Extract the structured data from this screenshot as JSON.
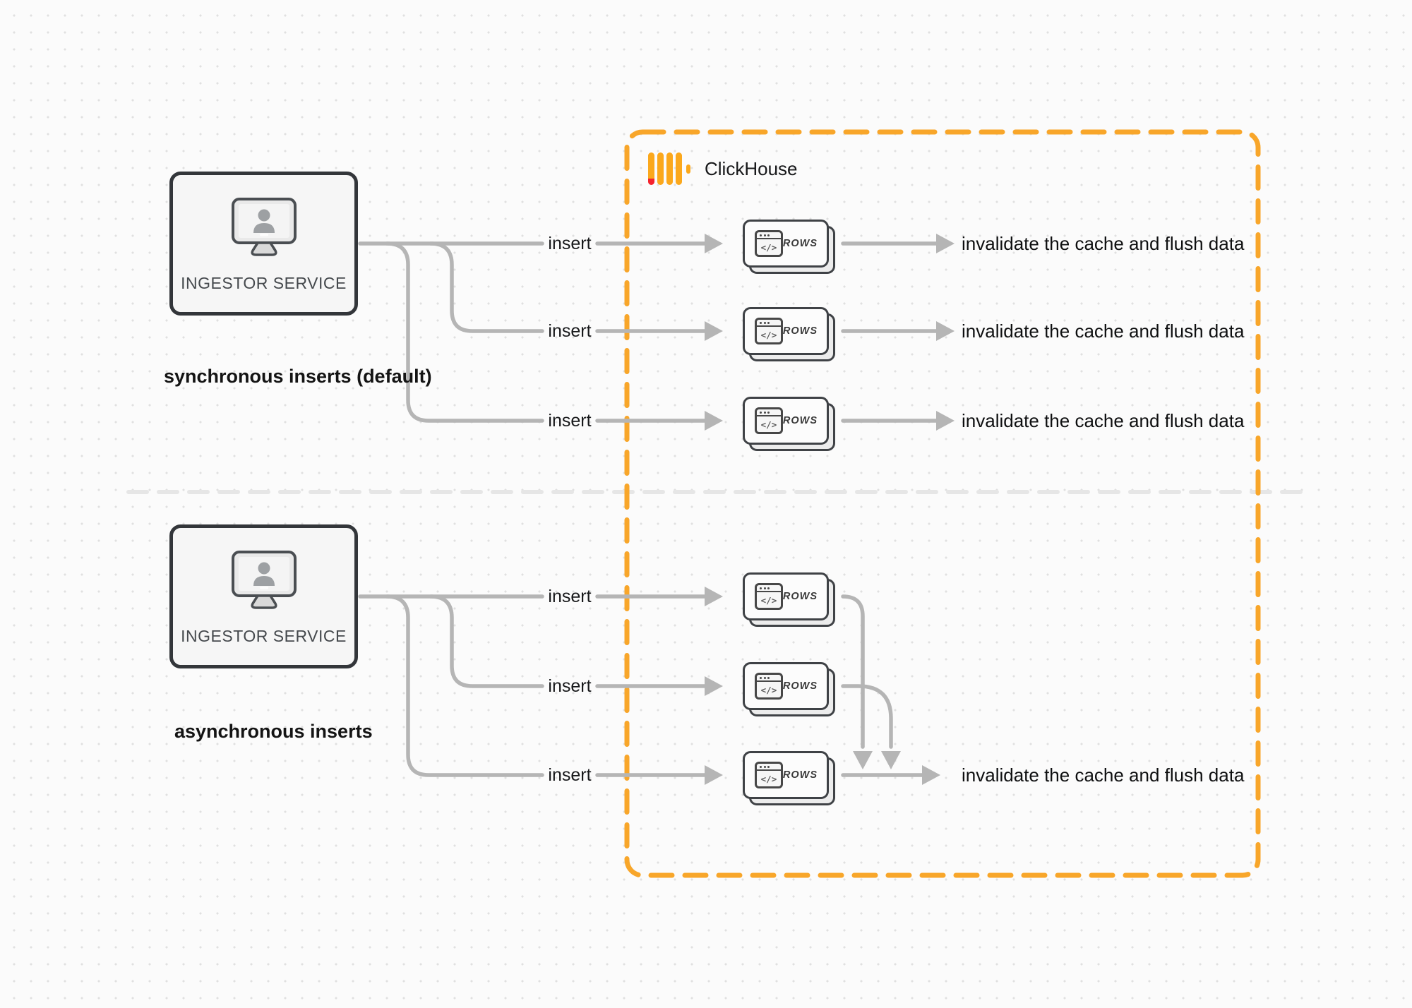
{
  "glyphs": {
    "code": "</>"
  },
  "clickhouse": {
    "name": "ClickHouse"
  },
  "sync": {
    "service": "INGESTOR SERVICE",
    "caption": "synchronous inserts (default)",
    "rows": [
      {
        "insert": "insert",
        "node": "ROWS",
        "result": "invalidate the cache and flush data"
      },
      {
        "insert": "insert",
        "node": "ROWS",
        "result": "invalidate the cache and flush data"
      },
      {
        "insert": "insert",
        "node": "ROWS",
        "result": "invalidate the cache and flush data"
      }
    ]
  },
  "async": {
    "service": "INGESTOR SERVICE",
    "caption": "asynchronous inserts",
    "rows": [
      {
        "insert": "insert",
        "node": "ROWS"
      },
      {
        "insert": "insert",
        "node": "ROWS"
      },
      {
        "insert": "insert",
        "node": "ROWS"
      }
    ],
    "result": "invalidate the cache and flush data"
  },
  "colors": {
    "accent_orange": "#f8a62a",
    "logo_yellow": "#fba81c",
    "logo_red": "#f5222d",
    "line_gray": "#b5b5b5",
    "divider_gray": "#e6e6e6"
  }
}
